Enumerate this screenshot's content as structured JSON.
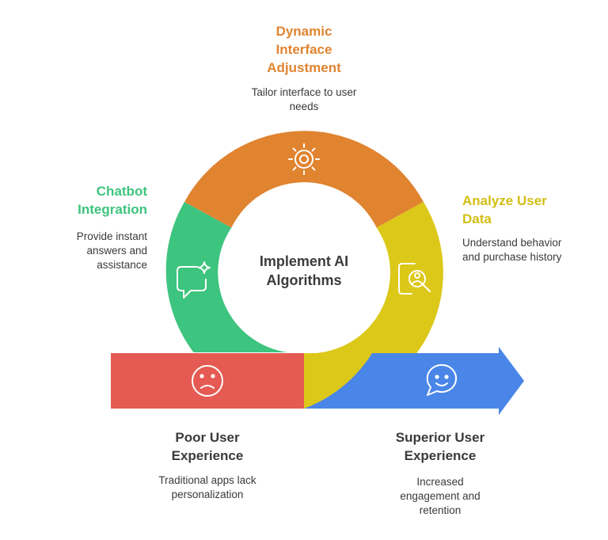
{
  "center": {
    "title": "Implement AI Algorithms"
  },
  "stages": {
    "dynamic": {
      "title": "Dynamic Interface Adjustment",
      "description": "Tailor interface to user needs",
      "color": "#E08430"
    },
    "chatbot": {
      "title": "Chatbot Integration",
      "description": "Provide instant answers and assistance",
      "color": "#3DC47E"
    },
    "analyze": {
      "title": "Analyze User Data",
      "description": "Understand behavior and purchase history",
      "color": "#DCC818"
    },
    "poor": {
      "title": "Poor User Experience",
      "description": "Traditional apps lack personalization",
      "color": "#E55A52"
    },
    "superior": {
      "title": "Superior User Experience",
      "description": "Increased engagement and retention",
      "color": "#4A86E8"
    }
  },
  "icons": {
    "dynamic": "sun-gear-icon",
    "chatbot": "chat-sparkle-icon",
    "analyze": "document-search-icon",
    "poor": "sad-face-icon",
    "superior": "smile-chat-icon"
  }
}
